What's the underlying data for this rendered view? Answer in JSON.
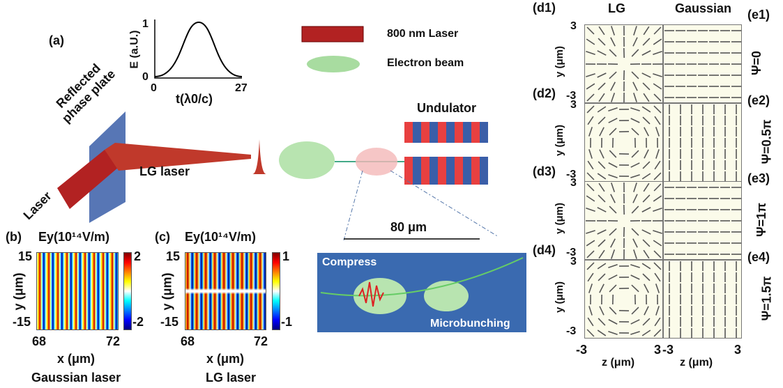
{
  "panel_a": {
    "label": "(a)",
    "inset": {
      "ylabel": "E (a.U.)",
      "yticks": [
        "1",
        "0"
      ],
      "xticks": [
        "0",
        "27"
      ],
      "xlabel": "t(λ0/c)"
    },
    "legend": [
      {
        "label": "800 nm Laser",
        "color": "#b22222"
      },
      {
        "label": "Electron beam",
        "color": "#a8dca0"
      }
    ],
    "phase_plate": "Reflected phase plate",
    "laser": "Laser",
    "lg_laser": "LG laser",
    "undulator": "Undulator",
    "distance": "80 μm",
    "compress": "Compress",
    "microbunching": "Microbunching"
  },
  "panel_b": {
    "label": "(b)",
    "title": "Ey(10¹⁴V/m)",
    "yticks": [
      "15",
      "-15"
    ],
    "xticks": [
      "68",
      "72"
    ],
    "cbar": [
      "2",
      "-2"
    ],
    "ylabel": "y (μm)",
    "xlabel": "x (μm)",
    "caption": "Gaussian laser"
  },
  "panel_c": {
    "label": "(c)",
    "title": "Ey(10¹⁴V/m)",
    "yticks": [
      "15",
      "-15"
    ],
    "xticks": [
      "68",
      "72"
    ],
    "cbar": [
      "1",
      "-1"
    ],
    "ylabel": "y (μm)",
    "xlabel": "x (μm)",
    "caption": "LG laser"
  },
  "panel_de": {
    "col_lg": "LG",
    "col_gauss": "Gaussian",
    "rows": [
      {
        "d": "(d1)",
        "e": "(e1)",
        "psi": "Ψ=0",
        "psi_value": 0
      },
      {
        "d": "(d2)",
        "e": "(e2)",
        "psi": "Ψ=0.5π",
        "psi_value": 0.5
      },
      {
        "d": "(d3)",
        "e": "(e3)",
        "psi": "Ψ=1π",
        "psi_value": 1
      },
      {
        "d": "(d4)",
        "e": "(e4)",
        "psi": "Ψ=1.5π",
        "psi_value": 1.5
      }
    ],
    "ylabel": "y (μm)",
    "ytop": "3",
    "ybot": "-3",
    "xticks": [
      "-3",
      "3",
      "-3",
      "3"
    ],
    "xlabel": "z (μm)"
  }
}
